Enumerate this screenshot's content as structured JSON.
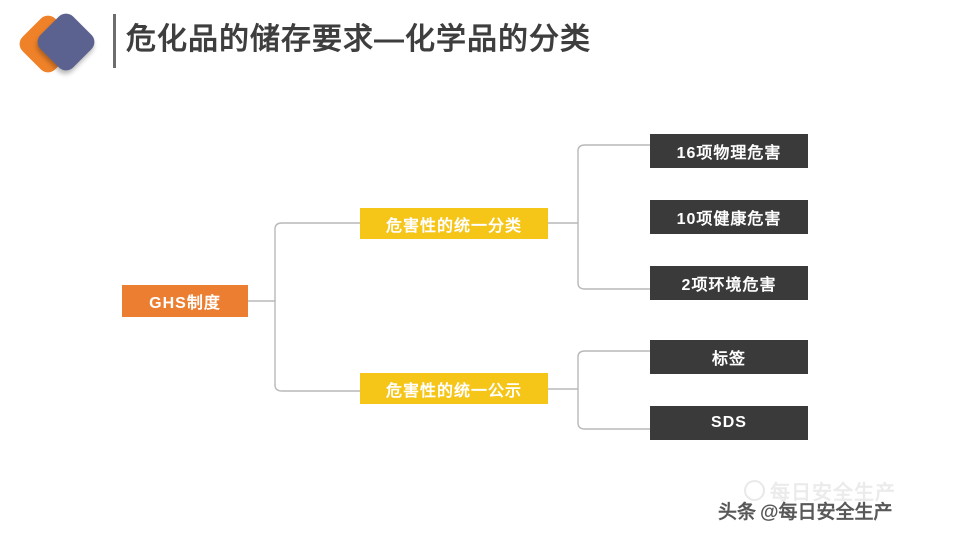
{
  "header": {
    "title": "危化品的储存要求—化学品的分类",
    "logo_icon": "double-diamond-logo-icon",
    "logo_colors": {
      "orange": "#ef8229",
      "slate": "#5c6290"
    },
    "rule_color": "#6d6d6d",
    "title_color": "#3e3e3e"
  },
  "diagram": {
    "type": "tree",
    "root": {
      "label": "GHS制度",
      "color": "#ec7e31",
      "text_color": "#ffffff"
    },
    "branches": [
      {
        "label": "危害性的统一分类",
        "color": "#f5c518",
        "text_color": "#ffffff",
        "leaves": [
          {
            "label": "16项物理危害",
            "color": "#3a3a3a",
            "text_color": "#ffffff"
          },
          {
            "label": "10项健康危害",
            "color": "#3a3a3a",
            "text_color": "#ffffff"
          },
          {
            "label": "2项环境危害",
            "color": "#3a3a3a",
            "text_color": "#ffffff"
          }
        ]
      },
      {
        "label": "危害性的统一公示",
        "color": "#f5c518",
        "text_color": "#ffffff",
        "leaves": [
          {
            "label": "标签",
            "color": "#3a3a3a",
            "text_color": "#ffffff"
          },
          {
            "label": "SDS",
            "color": "#3a3a3a",
            "text_color": "#ffffff"
          }
        ]
      }
    ],
    "connector_color": "#b9b9b9"
  },
  "watermark": {
    "faded_text": "每日安全生产",
    "faded_logo_icon": "circle-logo-icon",
    "brand": "头条",
    "handle": "@每日安全生产",
    "color": "#585858"
  },
  "background": "#ffffff"
}
